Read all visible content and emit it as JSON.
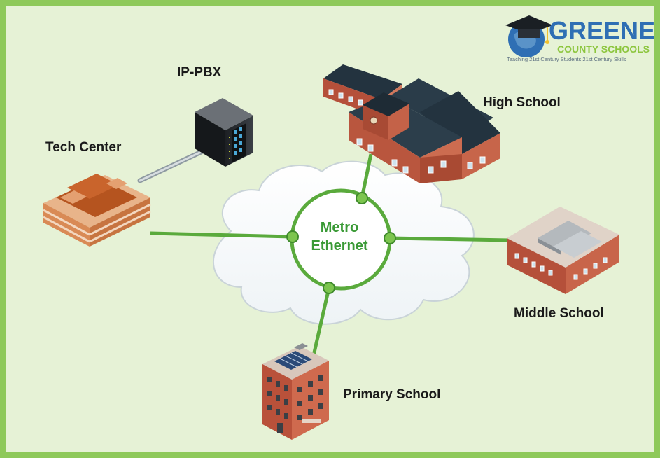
{
  "diagram": {
    "hub": {
      "line1": "Metro",
      "line2": "Ethernet"
    },
    "nodes": {
      "ip_pbx": "IP-PBX",
      "tech_center": "Tech Center",
      "high_school": "High School",
      "middle_school": "Middle School",
      "primary_school": "Primary School"
    }
  },
  "logo": {
    "title": "GREENE",
    "subtitle": "COUNTY SCHOOLS",
    "tagline": "Teaching 21st Century Students 21st Century Skills"
  },
  "colors": {
    "frame": "#8ec95a",
    "background": "#e6f2d6",
    "link": "#5aaa3c",
    "hub_text": "#3a9a36",
    "brick": "#c1593c",
    "roof": "#2c3c48",
    "logo_blue": "#2f6fb4",
    "logo_green": "#8dc63f"
  }
}
